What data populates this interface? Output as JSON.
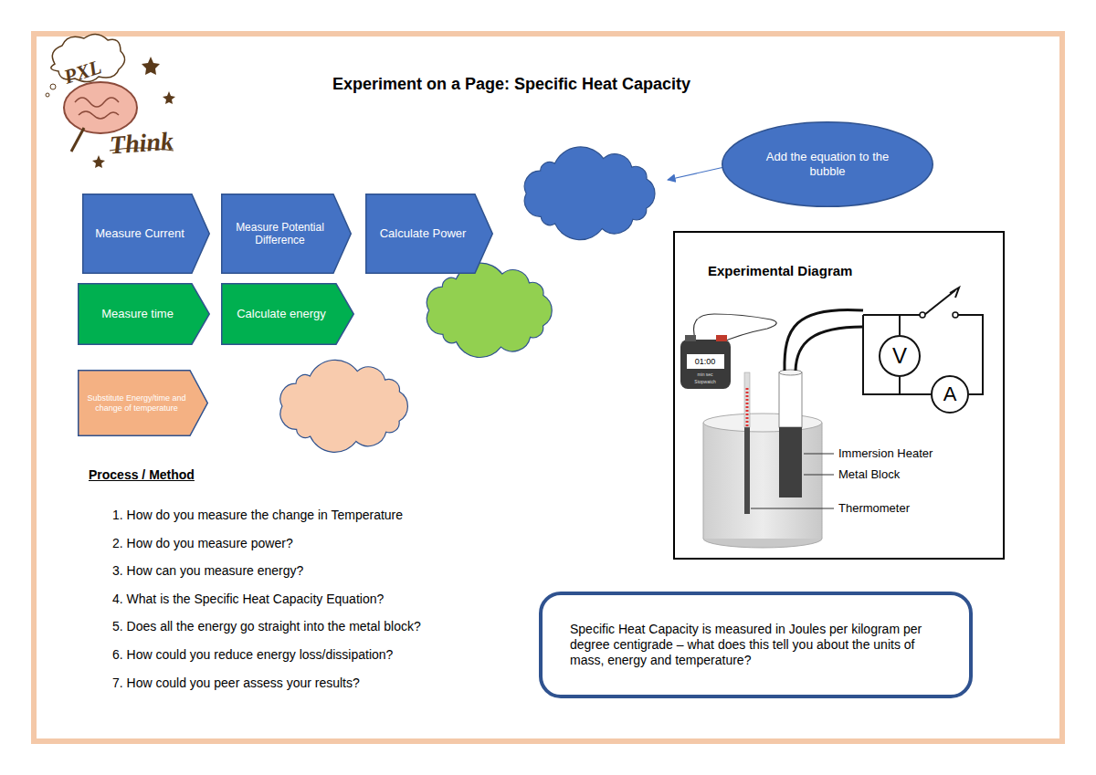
{
  "diagram": {
    "title": "Experiment on a Page: Specific Heat Capacity",
    "nodes": [
      {
        "text": [
          "Add the equation to the bubble"
        ]
      },
      {
        "text": [
          "Measure Current"
        ]
      },
      {
        "text": [
          "Measure Potential Difference"
        ]
      },
      {
        "text": [
          "Calculate Power"
        ]
      },
      {
        "text": [
          "Experimental Diagram"
        ]
      },
      {
        "text": [
          "Measure time"
        ]
      },
      {
        "text": [
          "Calculate energy"
        ]
      },
      {
        "text": [
          "Substitute Energy/time and change of temperature"
        ]
      },
      {
        "text": [
          "Specific Heat Capacity is measured in Joules per kilogram per degree centigrade – what does this tell you about the units of mass, energy and temperature?"
        ]
      }
    ],
    "labels": [
      "PXL",
      "Think",
      "Process / Method",
      "1. How do you measure the change in Temperature",
      "2. How do you measure power?",
      "3. How can you measure energy?",
      "4. What is the Specific Heat Capacity Equation?",
      "5. Does all the energy go straight into the metal block?",
      "6. How could you reduce energy loss/dissipation?",
      "7. How could you peer assess your results?",
      "01:00",
      "min sec",
      "Stopwatch",
      "V",
      "A",
      "Immersion Heater",
      "Metal Block",
      "Thermometer"
    ]
  }
}
